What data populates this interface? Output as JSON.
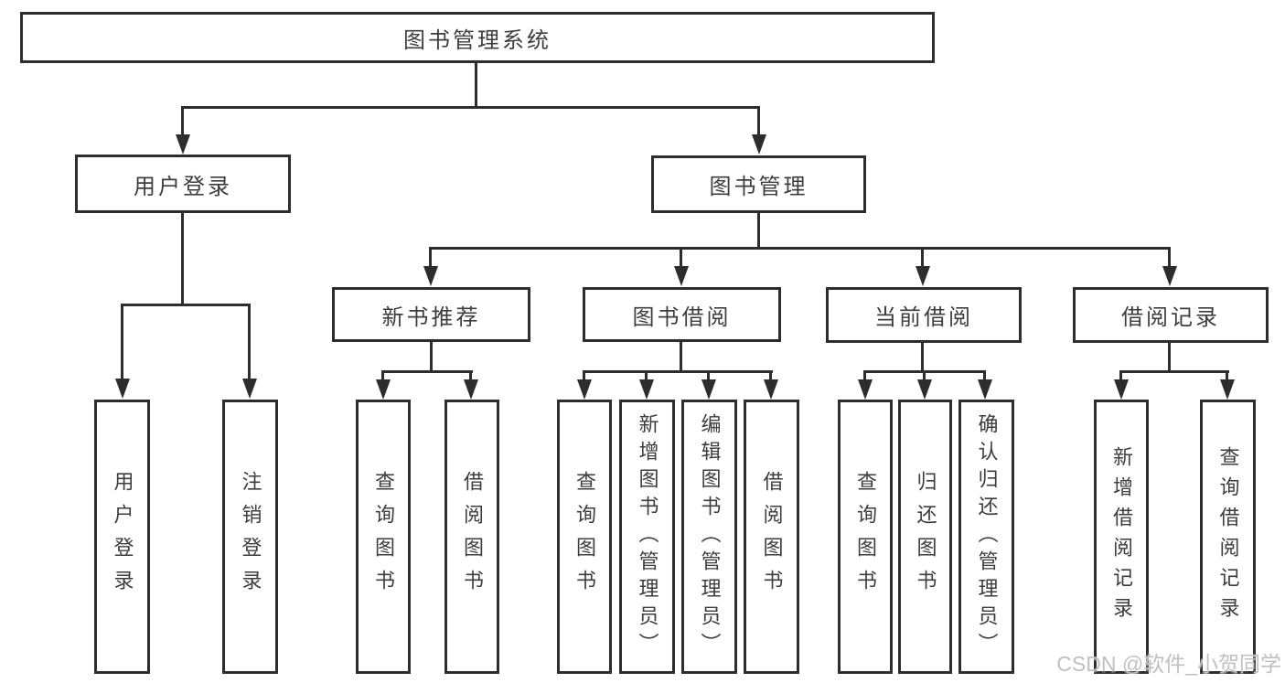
{
  "tree": {
    "root": {
      "label": "图书管理系统"
    },
    "branches": [
      {
        "label": "用户登录",
        "leaves": [
          {
            "label": "用户登录"
          },
          {
            "label": "注销登录"
          }
        ]
      },
      {
        "label": "图书管理",
        "groups": [
          {
            "label": "新书推荐",
            "leaves": [
              {
                "label": "查询图书"
              },
              {
                "label": "借阅图书"
              }
            ]
          },
          {
            "label": "图书借阅",
            "leaves": [
              {
                "label": "查询图书"
              },
              {
                "label": "新增图书（管理员）"
              },
              {
                "label": "编辑图书（管理员）"
              },
              {
                "label": "借阅图书"
              }
            ]
          },
          {
            "label": "当前借阅",
            "leaves": [
              {
                "label": "查询图书"
              },
              {
                "label": "归还图书"
              },
              {
                "label": "确认归还（管理员）"
              }
            ]
          },
          {
            "label": "借阅记录",
            "leaves": [
              {
                "label": "新增借阅记录"
              },
              {
                "label": "查询借阅记录"
              }
            ]
          }
        ]
      }
    ]
  },
  "watermark": {
    "text": "CSDN @软件_小贺同学"
  },
  "colors": {
    "line": "#2d2d2d",
    "text": "#3d3d3d",
    "background": "#ffffff",
    "watermark": "#c0c0c0"
  }
}
